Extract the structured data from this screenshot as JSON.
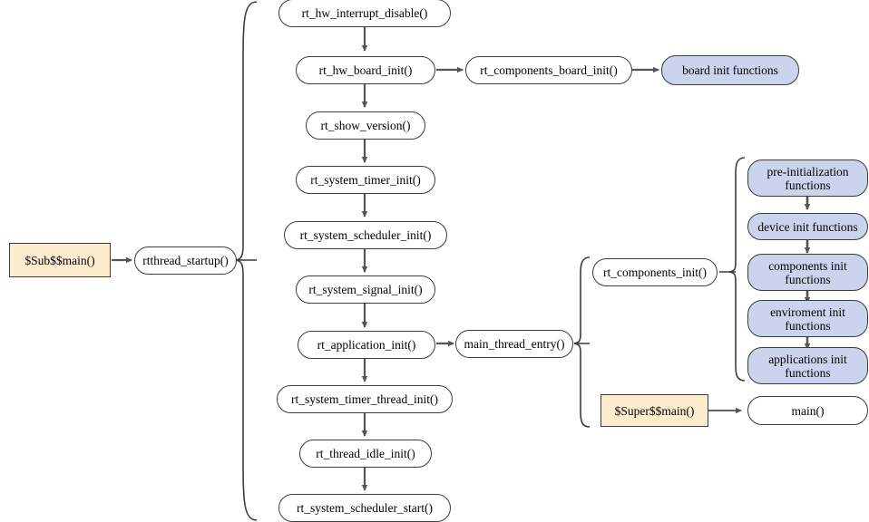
{
  "diagram": {
    "title": "RT-Thread startup sequence flowchart",
    "colors": {
      "node_fill_default": "#ffffff",
      "node_fill_blue": "#ccd3ec",
      "node_fill_cream": "#fdeccd",
      "node_stroke": "#3c3c3c",
      "arrow": "#555555",
      "brace": "#3c3c3c"
    },
    "entry": {
      "sub_main": "$Sub$$main()",
      "rtthread_startup": "rtthread_startup()"
    },
    "startup_steps": [
      "rt_hw_interrupt_disable()",
      "rt_hw_board_init()",
      "rt_show_version()",
      "rt_system_timer_init()",
      "rt_system_scheduler_init()",
      "rt_system_signal_init()",
      "rt_application_init()",
      "rt_system_timer_thread_init()",
      "rt_thread_idle_init()",
      "rt_system_scheduler_start()"
    ],
    "board_branch": {
      "components_board_init": "rt_components_board_init()",
      "board_init_functions": "board init functions"
    },
    "app_branch": {
      "main_thread_entry": "main_thread_entry()",
      "components_init": "rt_components_init()",
      "super_main": "$Super$$main()",
      "main": "main()"
    },
    "component_init_steps": [
      "pre-initialization\nfunctions",
      "device init functions",
      "components init\nfunctions",
      "enviroment init\nfunctions",
      "applications init\nfunctions"
    ]
  }
}
